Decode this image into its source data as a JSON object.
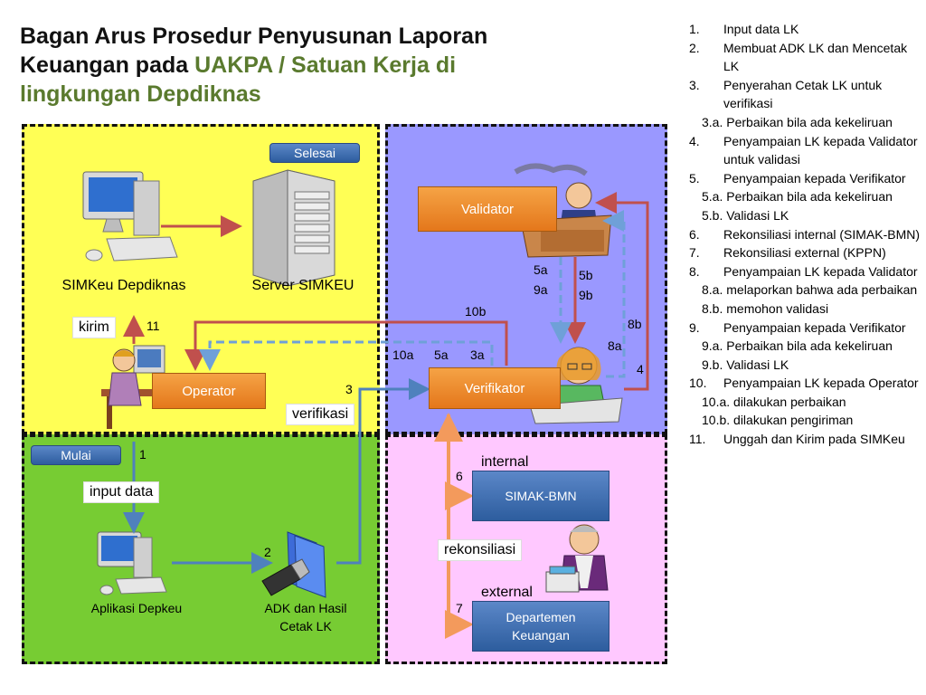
{
  "title": {
    "line1": "Bagan Arus Prosedur Penyusunan Laporan",
    "line2_black": "Keuangan pada ",
    "line2_green": "UAKPA / Satuan Kerja di",
    "line3_green": "lingkungan Depdiknas"
  },
  "boxes": {
    "selesai": "Selesai",
    "mulai": "Mulai",
    "validator": "Validator",
    "operator": "Operator",
    "verifikator": "Verifikator",
    "simak_bmn": "SIMAK-BMN",
    "dep_keuangan_1": "Departemen",
    "dep_keuangan_2": "Keuangan"
  },
  "captions": {
    "simkeu": "SIMKeu Depdiknas",
    "server": "Server SIMKEU",
    "aplikasi": "Aplikasi Depkeu",
    "adk_1": "ADK dan Hasil",
    "adk_2": "Cetak LK"
  },
  "labels": {
    "kirim": "kirim",
    "verifikasi": "verifikasi",
    "input_data": "input data",
    "rekonsiliasi": "rekonsiliasi",
    "internal": "internal",
    "external": "external"
  },
  "steps": {
    "s11": "11",
    "s1": "1",
    "s2": "2",
    "s3": "3",
    "s4": "4",
    "s6": "6",
    "s7": "7",
    "s10b": "10b",
    "s10a": "10a",
    "s5a_l": "5a",
    "s3a": "3a",
    "s5a": "5a",
    "s9a": "9a",
    "s5b": "5b",
    "s9b": "9b",
    "s8b": "8b",
    "s8a": "8a"
  },
  "legend": [
    {
      "num": "1.",
      "text": "Input data LK"
    },
    {
      "num": "2.",
      "text": "Membuat ADK LK dan Mencetak LK"
    },
    {
      "num": "3.",
      "text": "Penyerahan Cetak LK untuk verifikasi"
    },
    {
      "sub": "3.a. Perbaikan bila ada kekeliruan"
    },
    {
      "num": "4.",
      "text": "Penyampaian LK kepada Validator untuk validasi"
    },
    {
      "num": "5.",
      "text": "Penyampaian kepada Verifikator"
    },
    {
      "sub": "5.a.  Perbaikan bila ada kekeliruan"
    },
    {
      "sub": "5.b. Validasi LK"
    },
    {
      "num": "6.",
      "text": "Rekonsiliasi internal (SIMAK-BMN)"
    },
    {
      "num": "7.",
      "text": "Rekonsiliasi external (KPPN)"
    },
    {
      "num": "8.",
      "text": "Penyampaian LK kepada Validator"
    },
    {
      "sub": "8.a. melaporkan bahwa ada perbaikan"
    },
    {
      "sub": "8.b. memohon validasi"
    },
    {
      "num": "9.",
      "text": "Penyampaian kepada Verifikator"
    },
    {
      "sub": "9.a.  Perbaikan bila ada kekeliruan"
    },
    {
      "sub": "9.b. Validasi LK"
    },
    {
      "num": "10.",
      "text": "Penyampaian LK kepada Operator"
    },
    {
      "sub": "10.a. dilakukan perbaikan"
    },
    {
      "sub": "10.b. dilakukan pengiriman"
    },
    {
      "num": "11.",
      "text": "Unggah dan Kirim pada SIMKeu"
    }
  ],
  "colors": {
    "yellow_zone": "#ffff55",
    "blue_zone": "#9a98ff",
    "green_zone": "#77cc33",
    "pink_zone": "#ffc8ff",
    "orange_box": "#e4771b",
    "blue_box": "#2d5d9e",
    "red_arrow": "#c0504d",
    "blue_arrow": "#4f81bd",
    "title_green": "#5a7a2e"
  },
  "icons": [
    "desktop-computer-icon",
    "server-tower-icon",
    "operator-person-icon",
    "validator-person-icon",
    "verifikator-person-icon",
    "auditor-person-icon",
    "usb-folder-icon",
    "desktop-computer-icon"
  ]
}
